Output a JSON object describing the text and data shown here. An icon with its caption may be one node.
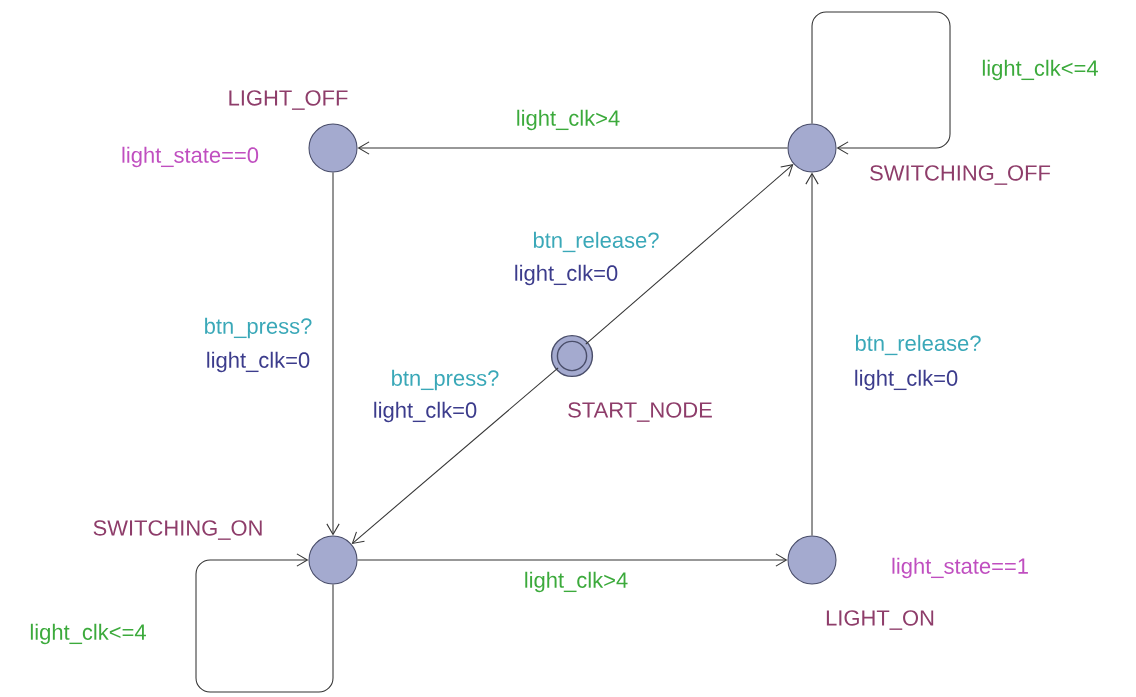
{
  "diagram": {
    "nodes": [
      {
        "text": [
          "LIGHT_OFF"
        ],
        "beside": [
          "light_state==0"
        ]
      },
      {
        "text": [
          "SWITCHING_OFF"
        ]
      },
      {
        "text": [
          "START_NODE"
        ]
      },
      {
        "text": [
          "SWITCHING_ON"
        ]
      },
      {
        "text": [
          "LIGHT_ON"
        ],
        "beside": [
          "light_state==1"
        ]
      }
    ],
    "edges": [
      {
        "from": 1,
        "to": 0,
        "arrow": "to",
        "label": "light_clk>4"
      },
      {
        "from": 1,
        "to": 1,
        "arrow": "to",
        "label": "light_clk<=4"
      },
      {
        "from": 0,
        "to": 3,
        "arrow": "to",
        "label": "btn_press?"
      },
      {
        "from": 2,
        "to": 1,
        "arrow": "to",
        "label": "btn_release?"
      },
      {
        "from": 2,
        "to": 3,
        "arrow": "to",
        "label": "btn_press?"
      },
      {
        "from": 3,
        "to": 4,
        "arrow": "to",
        "label": "light_clk>4"
      },
      {
        "from": 3,
        "to": 3,
        "arrow": "to",
        "label": "light_clk<=4"
      },
      {
        "from": 4,
        "to": 1,
        "arrow": "to",
        "label": "btn_release?"
      }
    ],
    "labels": [
      "light_clk=0",
      "light_clk=0",
      "light_clk=0",
      "light_clk=0"
    ]
  }
}
